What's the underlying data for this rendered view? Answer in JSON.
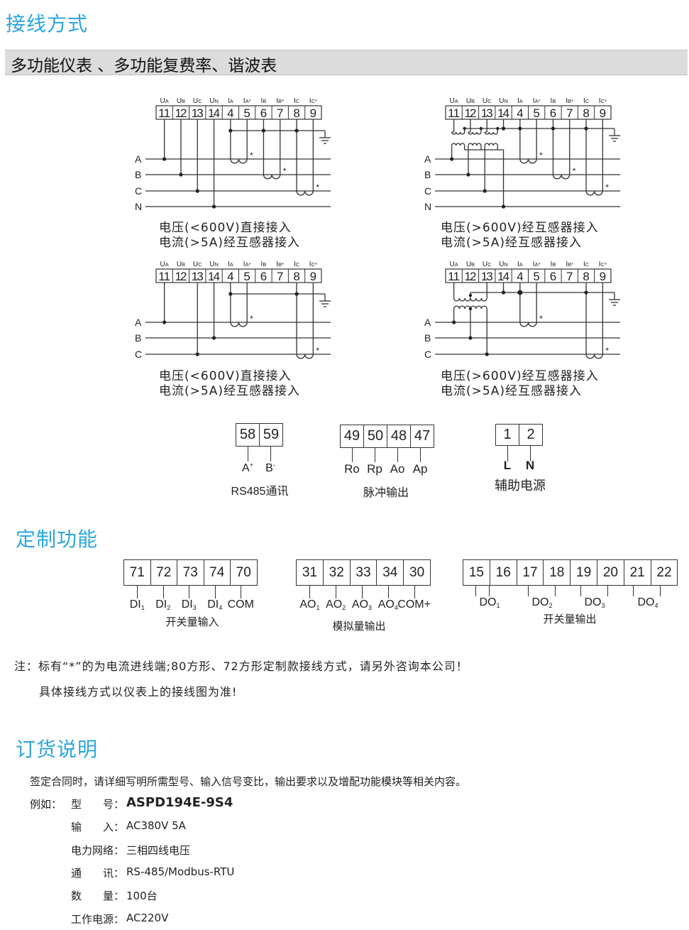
{
  "section_wiring": {
    "title": "接线方式",
    "subtitle": "多功能仪表 、多功能复费率、谐波表"
  },
  "diagrams": [
    {
      "phases": [
        "A",
        "B",
        "C",
        "N"
      ],
      "caption": [
        "电压(<600V)直接接入",
        "电流(>5A)经互感器接入"
      ]
    },
    {
      "phases": [
        "A",
        "B",
        "C",
        "N"
      ],
      "caption": [
        "电压(>600V)经互感器接入",
        "电流(>5A)经互感器接入"
      ]
    },
    {
      "phases": [
        "A",
        "B",
        "C"
      ],
      "caption": [
        "电压(<600V)直接接入",
        "电流(>5A)经互感器接入"
      ]
    },
    {
      "phases": [
        "A",
        "B",
        "C"
      ],
      "caption": [
        "电压(>600V)经互感器接入",
        "电流(>5A)经互感器接入"
      ]
    }
  ],
  "main_terminals": [
    {
      "main": "U",
      "sub": "A",
      "num": "11"
    },
    {
      "main": "U",
      "sub": "B",
      "num": "12"
    },
    {
      "main": "U",
      "sub": "C",
      "num": "13"
    },
    {
      "main": "U",
      "sub": "N",
      "num": "14"
    },
    {
      "main": "I",
      "sub": "A",
      "num": "4"
    },
    {
      "main": "I",
      "sub": "A*",
      "num": "5"
    },
    {
      "main": "I",
      "sub": "B",
      "num": "6"
    },
    {
      "main": "I",
      "sub": "B*",
      "num": "7"
    },
    {
      "main": "I",
      "sub": "C",
      "num": "8"
    },
    {
      "main": "I",
      "sub": "C*",
      "num": "9"
    }
  ],
  "star_mark": "*",
  "aux_blocks": [
    {
      "name": "rs485",
      "cells": [
        "58",
        "59"
      ],
      "labels": [
        {
          "t": "A",
          "sup": "+"
        },
        {
          "t": "B",
          "sup": "-"
        }
      ],
      "title": "RS485通讯"
    },
    {
      "name": "pulse-output",
      "cells": [
        "49",
        "50",
        "48",
        "47"
      ],
      "labels": [
        {
          "t": "Ro"
        },
        {
          "t": "Rp"
        },
        {
          "t": "Ao"
        },
        {
          "t": "Ap"
        }
      ],
      "title": "脉冲输出"
    },
    {
      "name": "aux-power",
      "cells": [
        "1",
        "2"
      ],
      "labels": [
        {
          "t": "L"
        },
        {
          "t": "N"
        }
      ],
      "title": "辅助电源"
    }
  ],
  "section_custom": {
    "title": "定制功能"
  },
  "custom_blocks": [
    {
      "name": "digital-input",
      "cells": [
        "71",
        "72",
        "73",
        "74",
        "70"
      ],
      "labels": [
        {
          "t": "DI",
          "sub": "1"
        },
        {
          "t": "DI",
          "sub": "2"
        },
        {
          "t": "DI",
          "sub": "3"
        },
        {
          "t": "DI",
          "sub": "4"
        },
        {
          "t": "COM"
        }
      ],
      "title": "开关量输入"
    },
    {
      "name": "analog-output",
      "cells": [
        "31",
        "32",
        "33",
        "34",
        "30"
      ],
      "labels": [
        {
          "t": "AO",
          "sub": "1"
        },
        {
          "t": "AO",
          "sub": "2"
        },
        {
          "t": "AO",
          "sub": "3"
        },
        {
          "t": "AO",
          "sub": "4"
        },
        {
          "t": "COM+"
        }
      ],
      "title": "模拟量输出"
    },
    {
      "name": "digital-output",
      "cells": [
        "15",
        "16",
        "17",
        "18",
        "19",
        "20",
        "21",
        "22"
      ],
      "labels": [
        {
          "t": "DO",
          "sub": "1"
        },
        {
          "t": "DO",
          "sub": "2"
        },
        {
          "t": "DO",
          "sub": "3"
        },
        {
          "t": "DO",
          "sub": "4"
        }
      ],
      "title": "开关量输出"
    }
  ],
  "notes": [
    "注：标有“*”的为电流进线端;80方形、72方形定制款接线方式，请另外咨询本公司！",
    "具体接线方式以仪表上的接线图为准!"
  ],
  "section_order": {
    "title": "订货说明",
    "intro": "签定合同时，请详细写明所需型号、输入信号变比，输出要求以及增配功能模块等相关内容。",
    "example_label": "例如：",
    "rows": [
      {
        "label": "型　　号：",
        "value": "ASPD194E-9S4"
      },
      {
        "label": "输　　入：",
        "value": "AC380V  5A"
      },
      {
        "label": "电力网络：",
        "value": "三相四线电压"
      },
      {
        "label": "通　　讯：",
        "value": "RS-485/Modbus-RTU"
      },
      {
        "label": "数　　量：",
        "value": "100台"
      },
      {
        "label": "工作电源：",
        "value": "AC220V"
      }
    ]
  },
  "colors": {
    "heading": "#2aa6df",
    "line": "#333333",
    "bar": "#dcdcdc"
  }
}
